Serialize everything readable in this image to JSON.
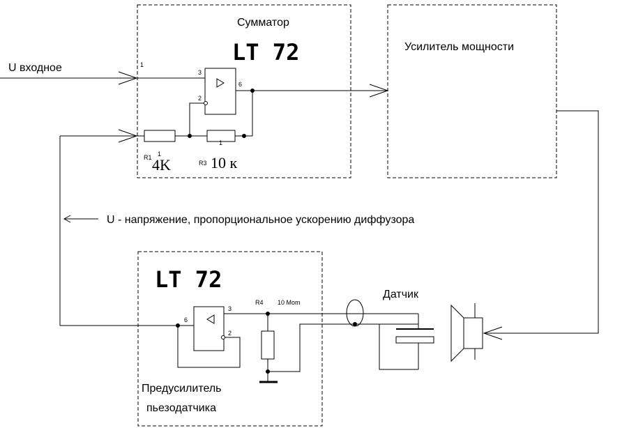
{
  "blocks": {
    "summator": {
      "title": "Сумматор",
      "chip": "LT 72"
    },
    "amplifier": {
      "title": "Усилитель мощности"
    },
    "preamp": {
      "chip": "LT 72",
      "title_line1": "Предусилитель",
      "title_line2": "пьезодатчика"
    }
  },
  "signals": {
    "input": "U входное",
    "feedback": "U  -  напряжение, пропорциональное ускорению диффузора",
    "sensor": "Датчик"
  },
  "pins": {
    "in1": "1",
    "opamp1_p3": "3",
    "opamp1_p2": "2",
    "opamp1_p6": "6",
    "r1_pin": "1",
    "r3_pin": "1",
    "opamp2_p3": "3",
    "opamp2_p2": "2",
    "opamp2_p6": "6"
  },
  "components": {
    "r1": {
      "label": "R1",
      "value": "4K"
    },
    "r3": {
      "label": "R3",
      "value": "10 к"
    },
    "r4": {
      "label": "R4",
      "value": "10 Mom"
    }
  },
  "colors": {
    "line": "#000000",
    "background": "#ffffff"
  }
}
